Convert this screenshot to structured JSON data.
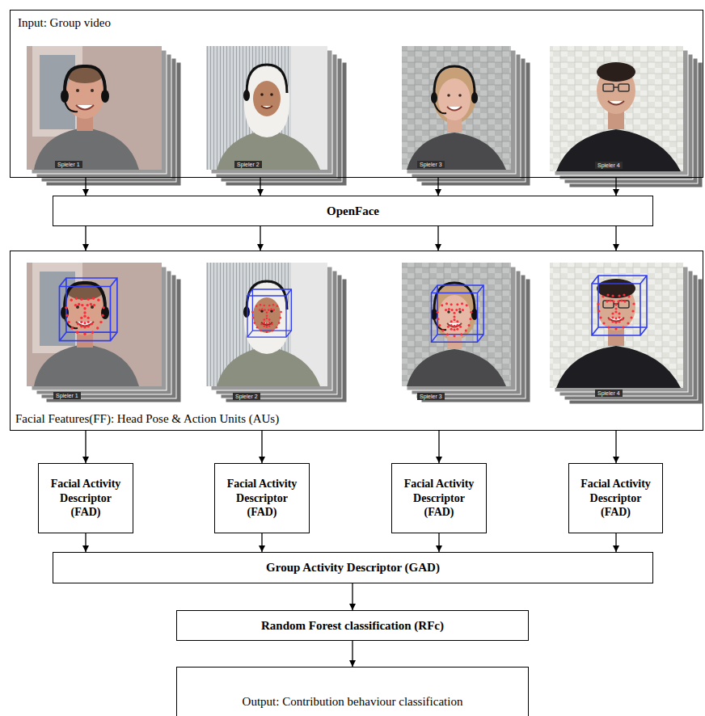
{
  "diagram": {
    "nodes": [
      {
        "text": [
          "Input: Group video"
        ]
      },
      {
        "text": [
          "OpenFace"
        ]
      },
      {
        "text": [
          "Facial Features(FF): Head Pose & Action Units (AUs)"
        ]
      },
      {
        "text": [
          "Facial Activity Descriptor (FAD)"
        ]
      },
      {
        "text": [
          "Facial Activity Descriptor (FAD)"
        ]
      },
      {
        "text": [
          "Facial Activity Descriptor (FAD)"
        ]
      },
      {
        "text": [
          "Facial Activity Descriptor (FAD)"
        ]
      },
      {
        "text": [
          "Group Activity Descriptor (GAD)"
        ]
      },
      {
        "text": [
          "Random Forest classification (RFc)"
        ]
      },
      {
        "text": [
          "Output: Contribution behaviour classification"
        ]
      }
    ],
    "edges": [
      {
        "from": 0,
        "to": 1,
        "arrow": "to"
      },
      {
        "from": 0,
        "to": 1,
        "arrow": "to"
      },
      {
        "from": 0,
        "to": 1,
        "arrow": "to"
      },
      {
        "from": 0,
        "to": 1,
        "arrow": "to"
      },
      {
        "from": 1,
        "to": 2,
        "arrow": "to"
      },
      {
        "from": 1,
        "to": 2,
        "arrow": "to"
      },
      {
        "from": 1,
        "to": 2,
        "arrow": "to"
      },
      {
        "from": 1,
        "to": 2,
        "arrow": "to"
      },
      {
        "from": 2,
        "to": 3,
        "arrow": "to"
      },
      {
        "from": 2,
        "to": 4,
        "arrow": "to"
      },
      {
        "from": 2,
        "to": 5,
        "arrow": "to"
      },
      {
        "from": 2,
        "to": 6,
        "arrow": "to"
      },
      {
        "from": 3,
        "to": 7,
        "arrow": "to"
      },
      {
        "from": 4,
        "to": 7,
        "arrow": "to"
      },
      {
        "from": 5,
        "to": 7,
        "arrow": "to"
      },
      {
        "from": 6,
        "to": 7,
        "arrow": "to"
      },
      {
        "from": 7,
        "to": 8,
        "arrow": "to"
      },
      {
        "from": 8,
        "to": 9,
        "arrow": "to"
      }
    ],
    "labels": [
      "Spieler 1",
      "Spieler 2",
      "Spieler 3",
      "Spieler 4",
      "Spieler 1",
      "Spieler 2",
      "Spieler 3",
      "Spieler 4"
    ]
  }
}
